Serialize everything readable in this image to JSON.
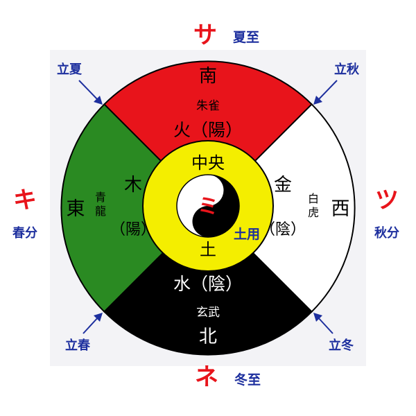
{
  "quadrants": {
    "south": {
      "direction": "南",
      "beast": "朱雀",
      "element": "火（陽）",
      "color": "#e8141b"
    },
    "east": {
      "direction": "東",
      "beast": "青\n龍",
      "element": "木",
      "yinyang": "（陽）",
      "color": "#2a8a22"
    },
    "west": {
      "direction": "西",
      "beast": "白\n虎",
      "element": "金",
      "yinyang": "（陰）",
      "color": "#ffffff"
    },
    "north": {
      "direction": "北",
      "beast": "玄武",
      "element": "水（陰）",
      "color": "#000000"
    }
  },
  "center": {
    "label": "中央",
    "element": "土",
    "note": "土用",
    "glyph": "ミ",
    "color": "#f4ee00"
  },
  "outer_markers": {
    "top": {
      "kana": "サ",
      "season": "夏至"
    },
    "left": {
      "kana": "キ",
      "season": "春分"
    },
    "right": {
      "kana": "ツ",
      "season": "秋分"
    },
    "bottom": {
      "kana": "ネ",
      "season": "冬至"
    }
  },
  "corner_labels": {
    "top_left": "立夏",
    "top_right": "立秋",
    "bottom_left": "立春",
    "bottom_right": "立冬"
  },
  "colors": {
    "kana_red": "#e8141b",
    "label_blue": "#1d2f9e"
  }
}
